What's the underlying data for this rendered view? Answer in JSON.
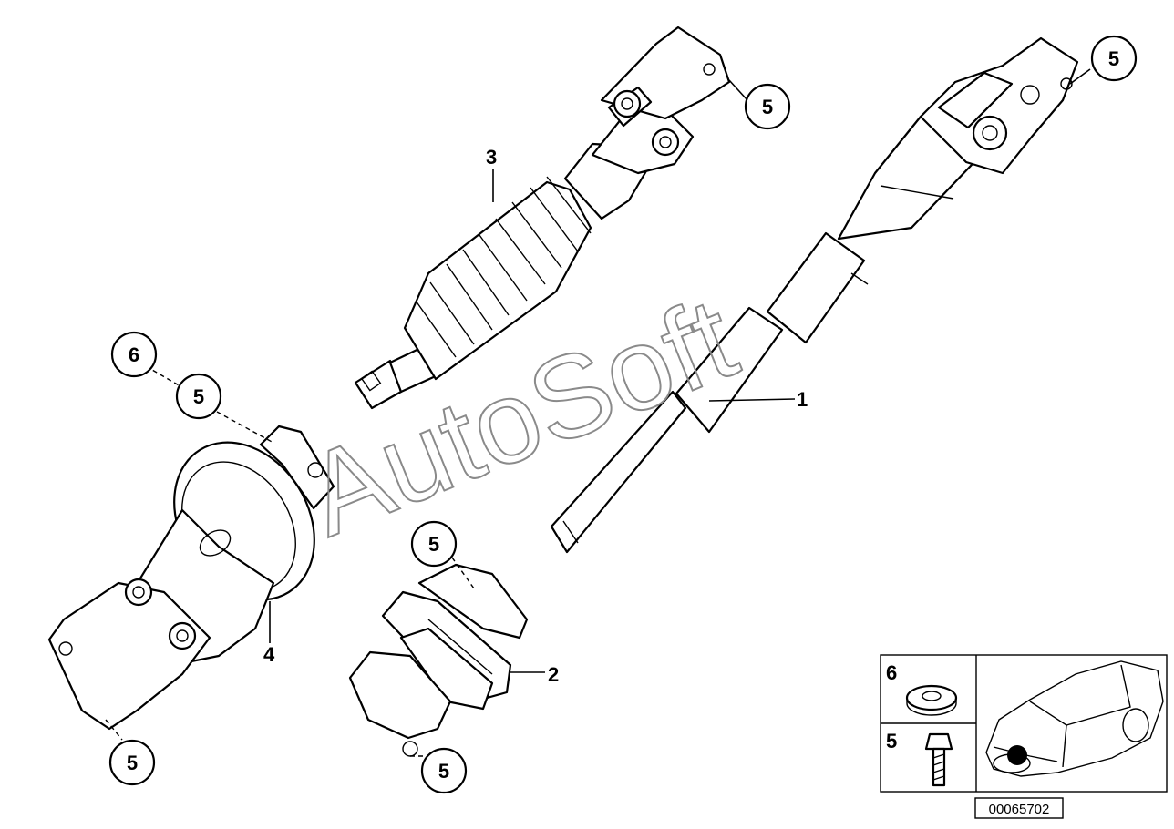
{
  "watermark": "AutoSoft",
  "parts": {
    "p1": "1",
    "p2": "2",
    "p3": "3",
    "p4": "4"
  },
  "callouts": {
    "c_top_mid": "5",
    "c_top_right": "5",
    "c_left_6": "6",
    "c_left_5": "5",
    "c_center_5": "5",
    "c_bottom_left": "5",
    "c_bottom_center": "5"
  },
  "legend": {
    "row1_number": "6",
    "row2_number": "5"
  },
  "doc_number": "00065702",
  "colors": {
    "line": "#000000",
    "watermark": "#8a8a8a",
    "marker": "#000000"
  }
}
